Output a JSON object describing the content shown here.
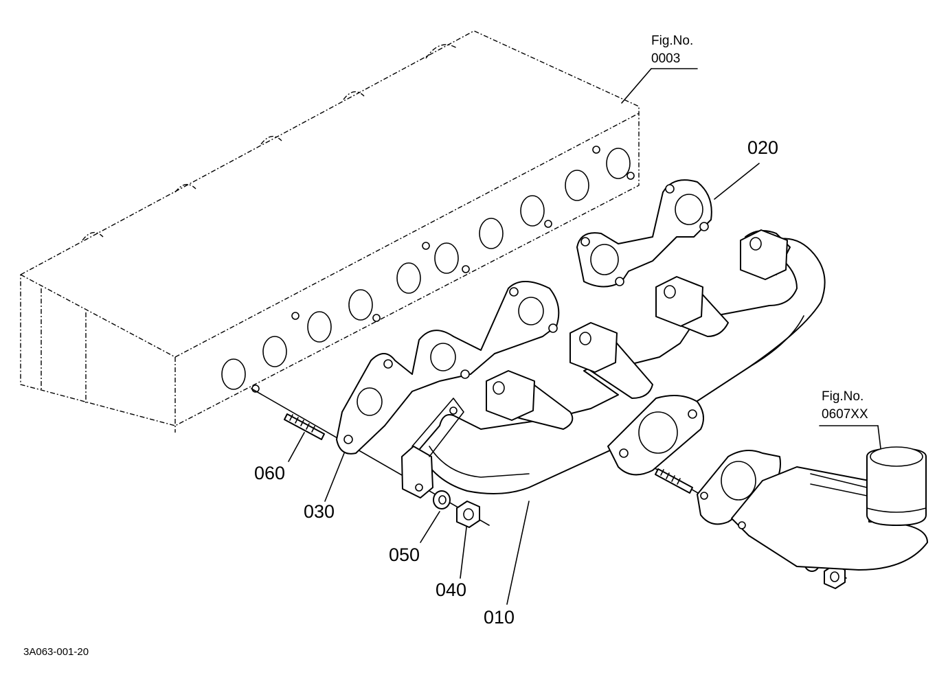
{
  "figure_refs": [
    {
      "label": "Fig.No.",
      "number": "0003"
    },
    {
      "label": "Fig.No.",
      "number": "0607XX"
    }
  ],
  "part_labels": [
    "020",
    "060",
    "030",
    "050",
    "040",
    "010"
  ],
  "drawing_code": "3A063-001-20",
  "colors": {
    "line": "#000000",
    "background": "#ffffff"
  }
}
